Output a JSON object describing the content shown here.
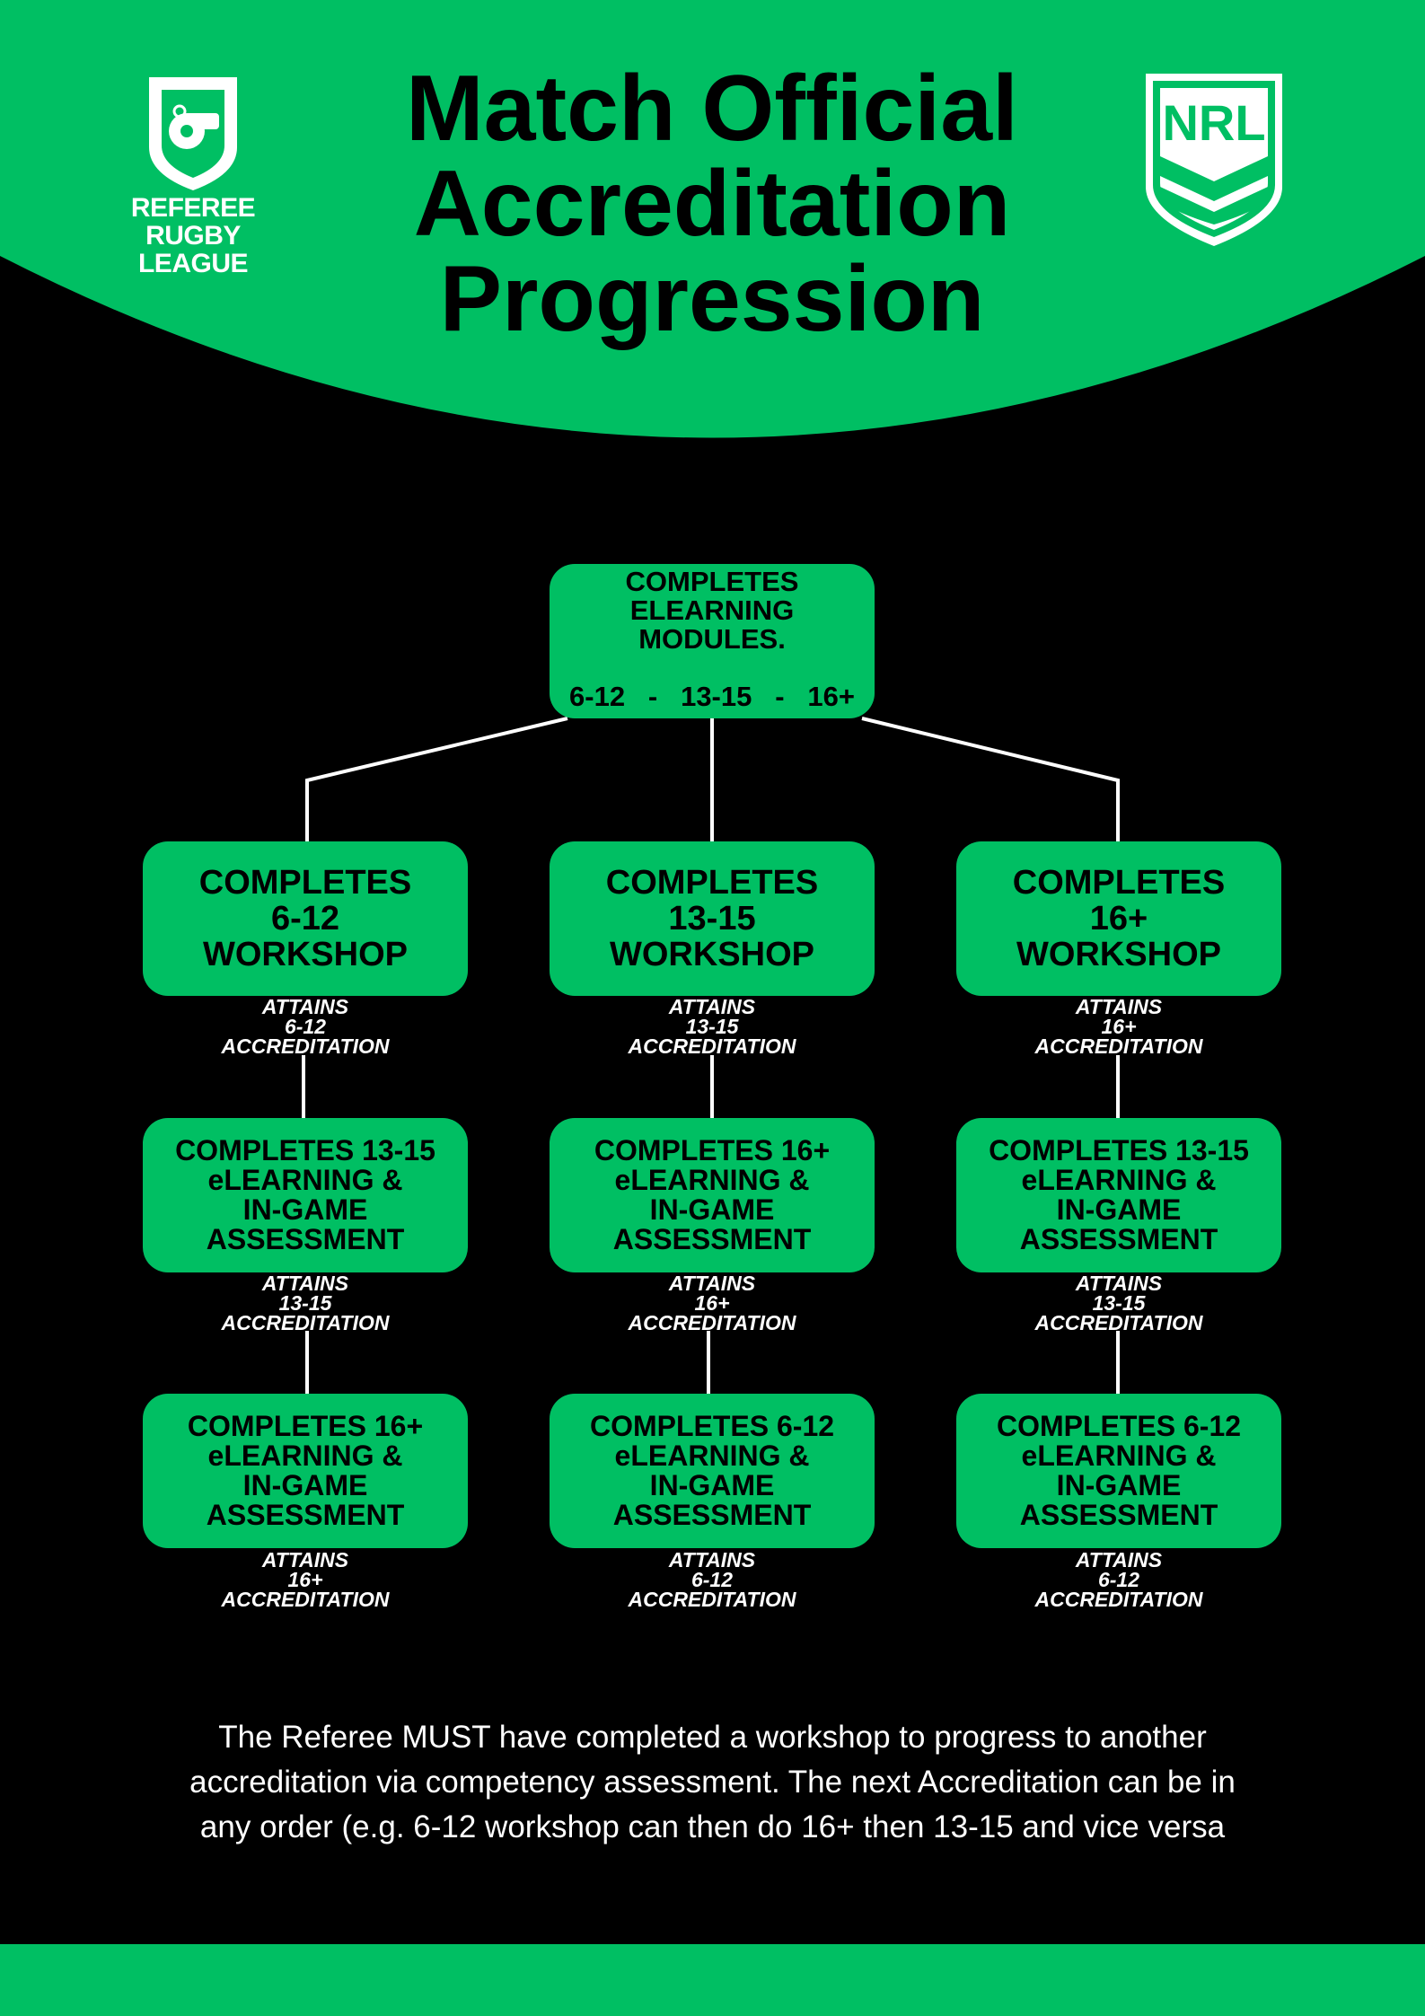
{
  "colors": {
    "brand_green": "#00bf63",
    "background": "#000000",
    "text_light": "#ffffff",
    "text_dark": "#000000"
  },
  "logo_left": {
    "line1": "REFEREE",
    "line2": "RUGBY LEAGUE",
    "icon": "whistle-shield-icon"
  },
  "logo_right": {
    "text": "NRL",
    "icon": "nrl-shield-icon"
  },
  "title": {
    "line1": "Match Official",
    "line2": "Accreditation",
    "line3": "Progression"
  },
  "top_box": {
    "line1": "COMPLETES",
    "line2": "ELEARNING",
    "line3": "MODULES.",
    "ranges": "6-12   -   13-15   -   16+"
  },
  "columns": [
    {
      "workshop": {
        "line1": "COMPLETES",
        "line2": "6-12",
        "line3": "WORKSHOP"
      },
      "attains_1": {
        "line1": "ATTAINS",
        "line2": "6-12",
        "line3": "ACCREDITATION"
      },
      "stage_1": {
        "line1": "COMPLETES 13-15",
        "line2": "eLEARNING &",
        "line3": "IN-GAME",
        "line4": "ASSESSMENT"
      },
      "attains_2": {
        "line1": "ATTAINS",
        "line2": "13-15",
        "line3": "ACCREDITATION"
      },
      "stage_2": {
        "line1": "COMPLETES 16+",
        "line2": "eLEARNING &",
        "line3": "IN-GAME",
        "line4": "ASSESSMENT"
      },
      "attains_3": {
        "line1": "ATTAINS",
        "line2": "16+",
        "line3": "ACCREDITATION"
      }
    },
    {
      "workshop": {
        "line1": "COMPLETES",
        "line2": "13-15",
        "line3": "WORKSHOP"
      },
      "attains_1": {
        "line1": "ATTAINS",
        "line2": "13-15",
        "line3": "ACCREDITATION"
      },
      "stage_1": {
        "line1": "COMPLETES 16+",
        "line2": "eLEARNING &",
        "line3": "IN-GAME",
        "line4": "ASSESSMENT"
      },
      "attains_2": {
        "line1": "ATTAINS",
        "line2": "16+",
        "line3": "ACCREDITATION"
      },
      "stage_2": {
        "line1": "COMPLETES 6-12",
        "line2": "eLEARNING &",
        "line3": "IN-GAME",
        "line4": "ASSESSMENT"
      },
      "attains_3": {
        "line1": "ATTAINS",
        "line2": "6-12",
        "line3": "ACCREDITATION"
      }
    },
    {
      "workshop": {
        "line1": "COMPLETES",
        "line2": "16+",
        "line3": "WORKSHOP"
      },
      "attains_1": {
        "line1": "ATTAINS",
        "line2": "16+",
        "line3": "ACCREDITATION"
      },
      "stage_1": {
        "line1": "COMPLETES 13-15",
        "line2": "eLEARNING &",
        "line3": "IN-GAME",
        "line4": "ASSESSMENT"
      },
      "attains_2": {
        "line1": "ATTAINS",
        "line2": "13-15",
        "line3": "ACCREDITATION"
      },
      "stage_2": {
        "line1": "COMPLETES 6-12",
        "line2": "eLEARNING &",
        "line3": "IN-GAME",
        "line4": "ASSESSMENT"
      },
      "attains_3": {
        "line1": "ATTAINS",
        "line2": "6-12",
        "line3": "ACCREDITATION"
      }
    }
  ],
  "footnote": {
    "line1": "The Referee MUST have completed a workshop to progress to another",
    "line2": "accreditation via competency assessment. The next Accreditation can be in",
    "line3": "any order (e.g. 6-12 workshop can then do 16+ then 13-15 and vice versa"
  }
}
